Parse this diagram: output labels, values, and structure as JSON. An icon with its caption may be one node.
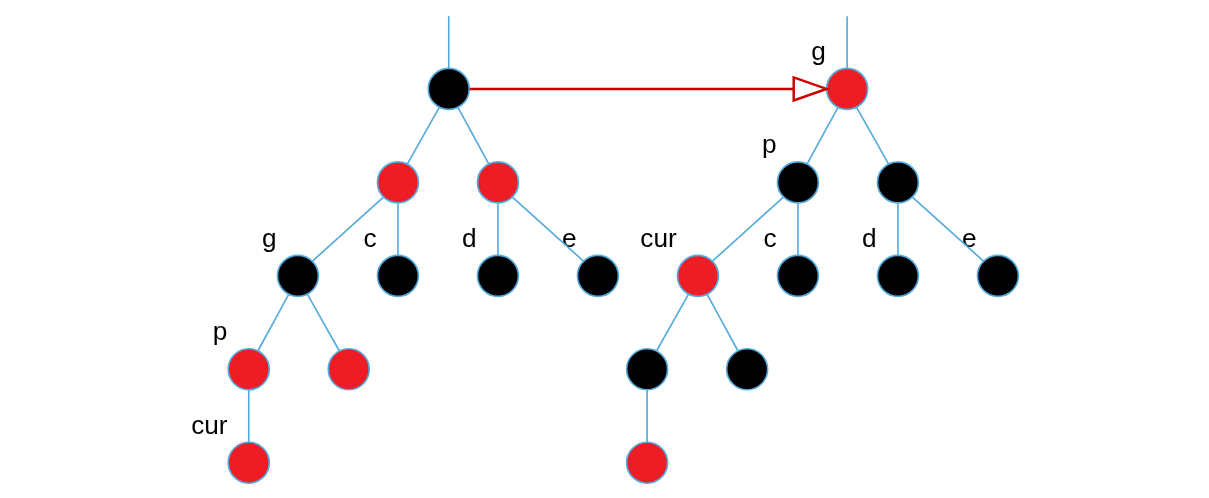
{
  "diagram": {
    "nodes": [
      {
        "text": [],
        "shape": "circle"
      },
      {
        "text": [],
        "shape": "circle"
      },
      {
        "text": [],
        "shape": "circle"
      },
      {
        "text": [],
        "shape": "circle",
        "beside": [
          "g"
        ]
      },
      {
        "text": [],
        "shape": "circle",
        "beside": [
          "c"
        ]
      },
      {
        "text": [],
        "shape": "circle",
        "beside": [
          "d"
        ]
      },
      {
        "text": [],
        "shape": "circle",
        "beside": [
          "e"
        ]
      },
      {
        "text": [],
        "shape": "circle",
        "beside": [
          "p"
        ]
      },
      {
        "text": [],
        "shape": "circle"
      },
      {
        "text": [],
        "shape": "circle",
        "beside": [
          "cur"
        ]
      },
      {
        "text": [],
        "shape": "circle",
        "beside": [
          "g"
        ]
      },
      {
        "text": [],
        "shape": "circle",
        "beside": [
          "p"
        ]
      },
      {
        "text": [],
        "shape": "circle"
      },
      {
        "text": [],
        "shape": "circle",
        "beside": [
          "cur"
        ]
      },
      {
        "text": [],
        "shape": "circle",
        "beside": [
          "c"
        ]
      },
      {
        "text": [],
        "shape": "circle",
        "beside": [
          "d"
        ]
      },
      {
        "text": [],
        "shape": "circle",
        "beside": [
          "e"
        ]
      },
      {
        "text": [],
        "shape": "circle"
      },
      {
        "text": [],
        "shape": "circle"
      },
      {
        "text": [],
        "shape": "circle"
      }
    ],
    "edges": [
      {
        "from": null,
        "to": 0,
        "arrow": "none"
      },
      {
        "from": 0,
        "to": 1,
        "arrow": "none"
      },
      {
        "from": 0,
        "to": 2,
        "arrow": "none"
      },
      {
        "from": 1,
        "to": 3,
        "arrow": "none"
      },
      {
        "from": 1,
        "to": 4,
        "arrow": "none"
      },
      {
        "from": 2,
        "to": 5,
        "arrow": "none"
      },
      {
        "from": 2,
        "to": 6,
        "arrow": "none"
      },
      {
        "from": 3,
        "to": 7,
        "arrow": "none"
      },
      {
        "from": 3,
        "to": 8,
        "arrow": "none"
      },
      {
        "from": 7,
        "to": 9,
        "arrow": "none"
      },
      {
        "from": 0,
        "to": 10,
        "arrow": "to",
        "color": "#cc0000"
      },
      {
        "from": null,
        "to": 10,
        "arrow": "none"
      },
      {
        "from": 10,
        "to": 11,
        "arrow": "none"
      },
      {
        "from": 10,
        "to": 12,
        "arrow": "none"
      },
      {
        "from": 11,
        "to": 13,
        "arrow": "none"
      },
      {
        "from": 11,
        "to": 14,
        "arrow": "none"
      },
      {
        "from": 12,
        "to": 15,
        "arrow": "none"
      },
      {
        "from": 12,
        "to": 16,
        "arrow": "none"
      },
      {
        "from": 13,
        "to": 17,
        "arrow": "none"
      },
      {
        "from": 13,
        "to": 18,
        "arrow": "none"
      },
      {
        "from": 17,
        "to": 19,
        "arrow": "none"
      }
    ]
  }
}
